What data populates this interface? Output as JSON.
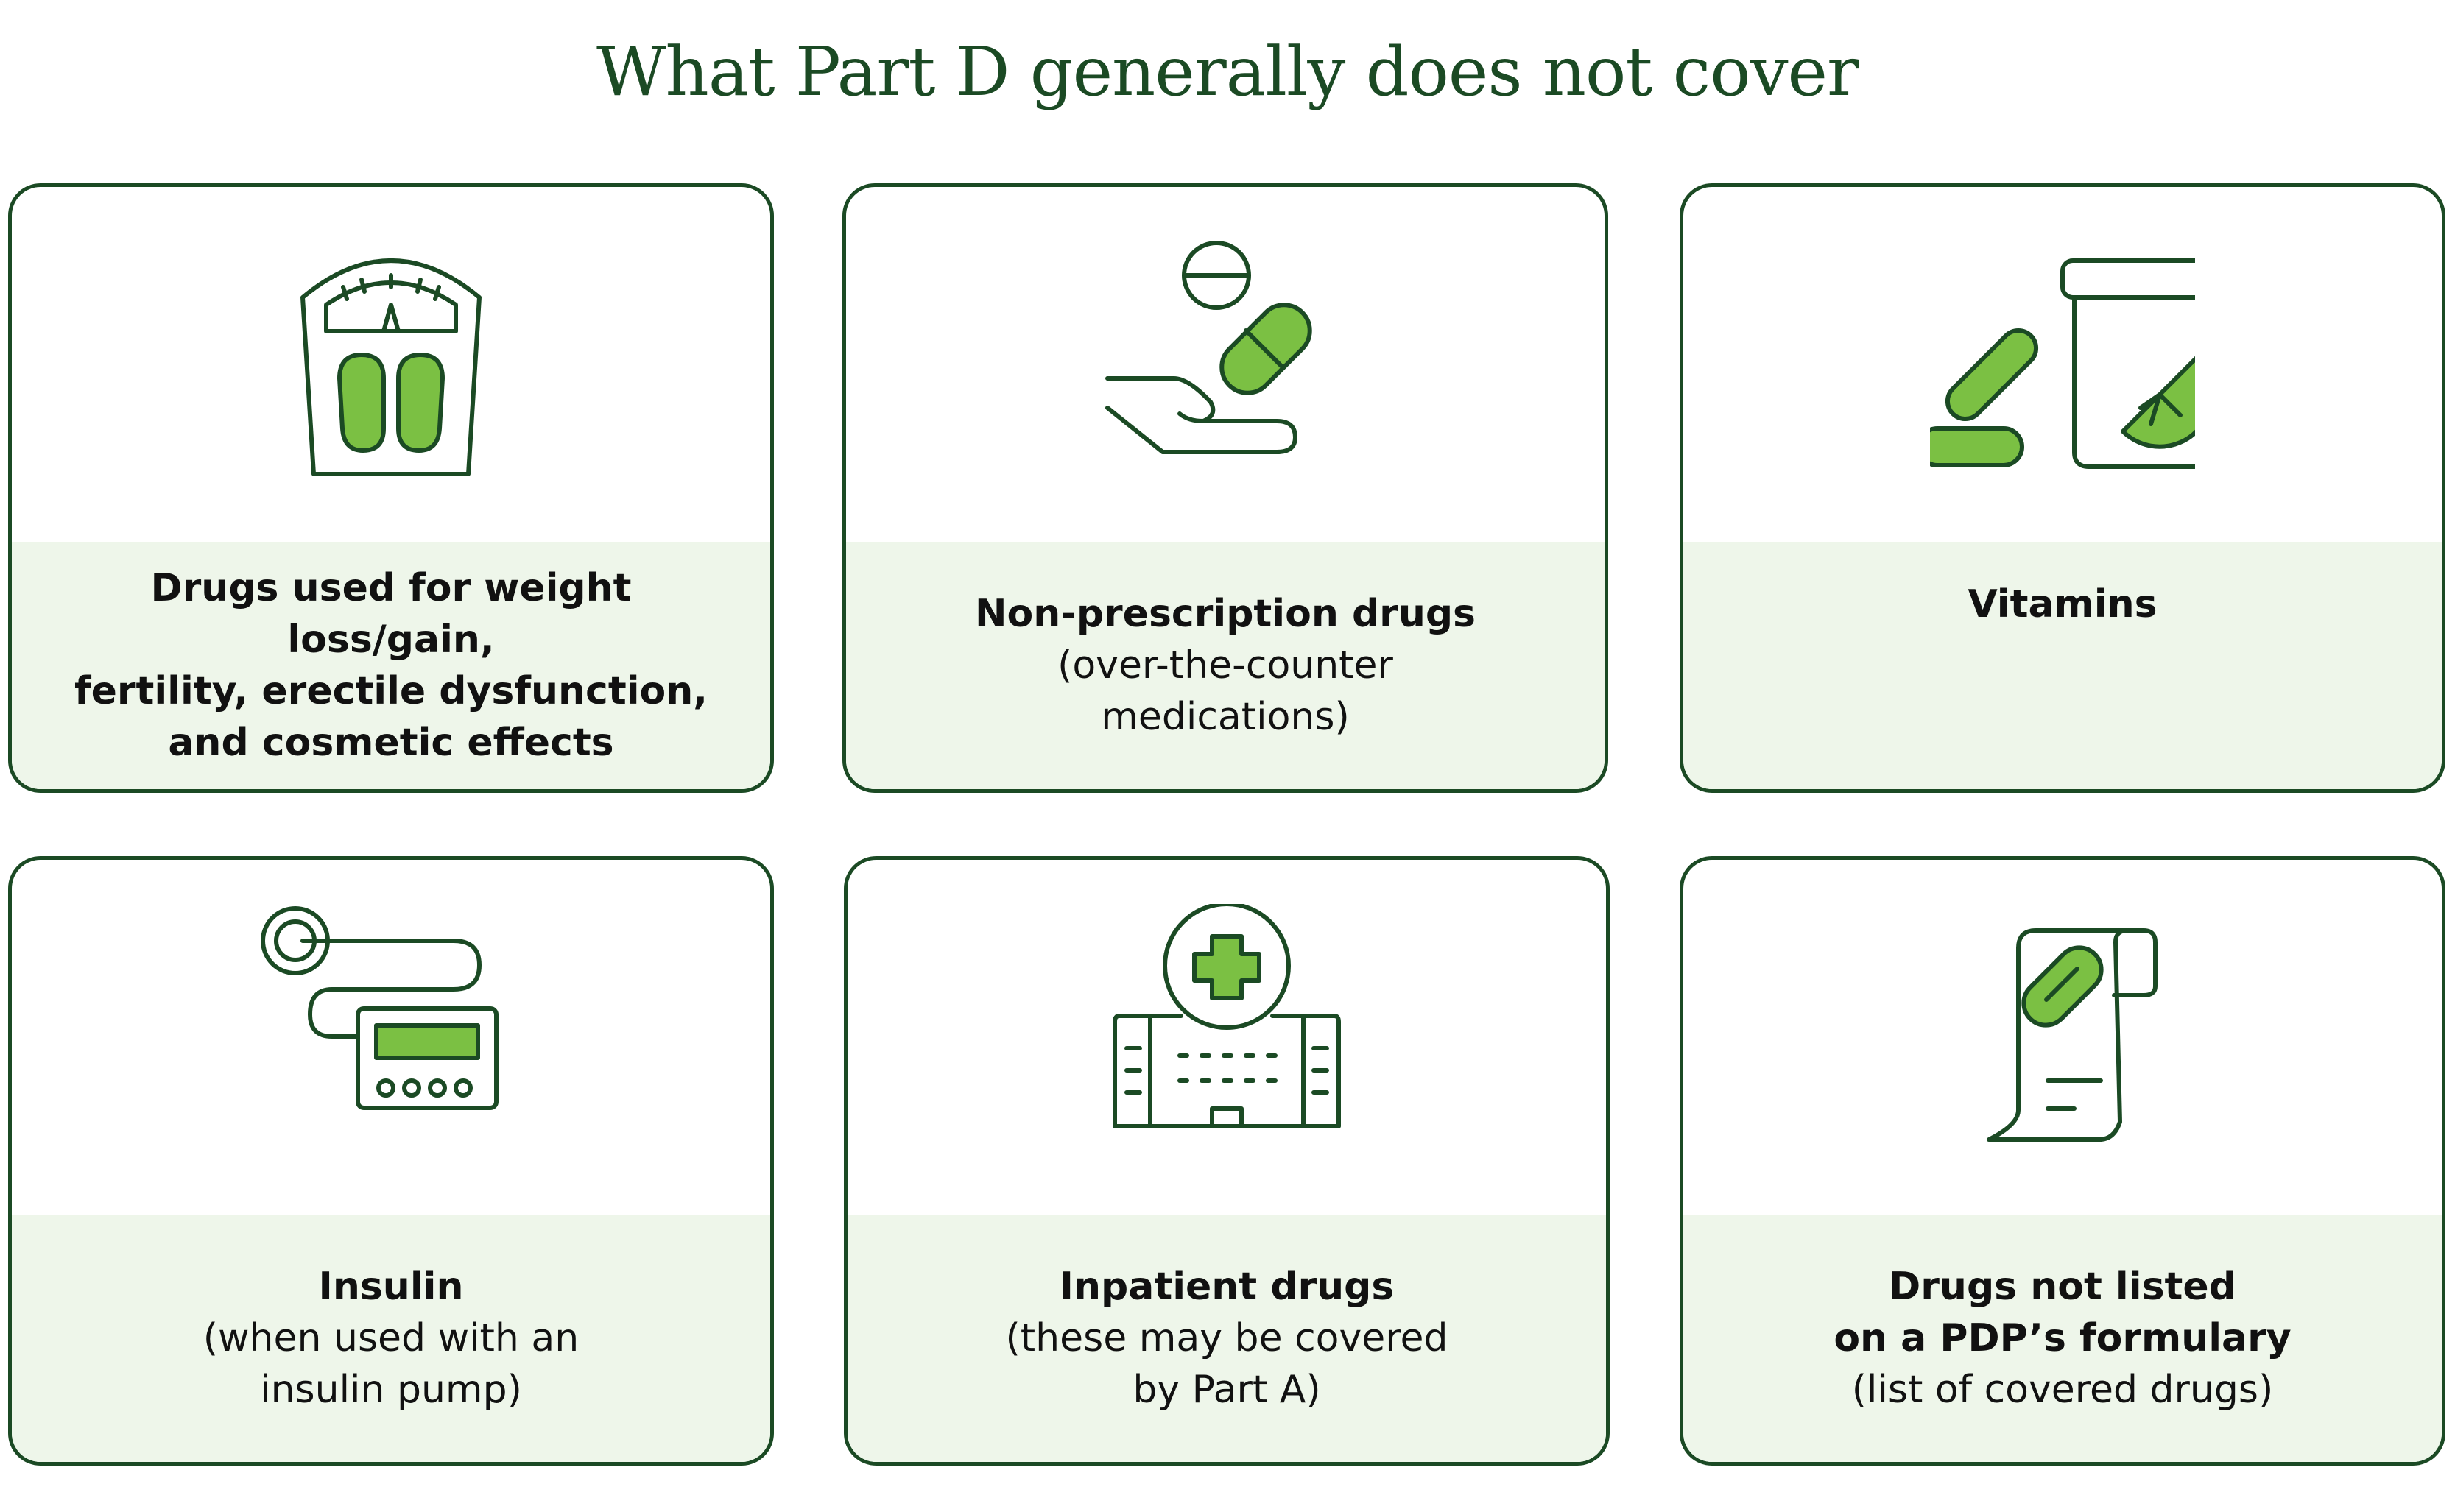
{
  "title": "What Part D generally does not cover",
  "colors": {
    "accent_green": "#7bc043",
    "dark_green": "#1b4a24",
    "band": "#eef6ea"
  },
  "cards": [
    {
      "icon": "scale-icon",
      "lines": [
        "Drugs used for weight loss/gain,",
        "fertility, erectile dysfunction,",
        "and cosmetic effects"
      ]
    },
    {
      "icon": "hand-pills-icon",
      "heading": "Non-prescription drugs",
      "lines": [
        "(over-the-counter",
        "medications)"
      ]
    },
    {
      "icon": "vitamin-bottle-icon",
      "heading": "Vitamins"
    },
    {
      "icon": "insulin-pump-icon",
      "heading": "Insulin",
      "lines": [
        "(when used with an",
        "insulin pump)"
      ]
    },
    {
      "icon": "hospital-icon",
      "heading": "Inpatient drugs",
      "lines": [
        "(these may be covered",
        "by Part A)"
      ]
    },
    {
      "icon": "formulary-scroll-icon",
      "heading_lines": [
        "Drugs not listed",
        "on a PDP’s formulary"
      ],
      "lines": [
        "(list of covered drugs)"
      ]
    }
  ]
}
